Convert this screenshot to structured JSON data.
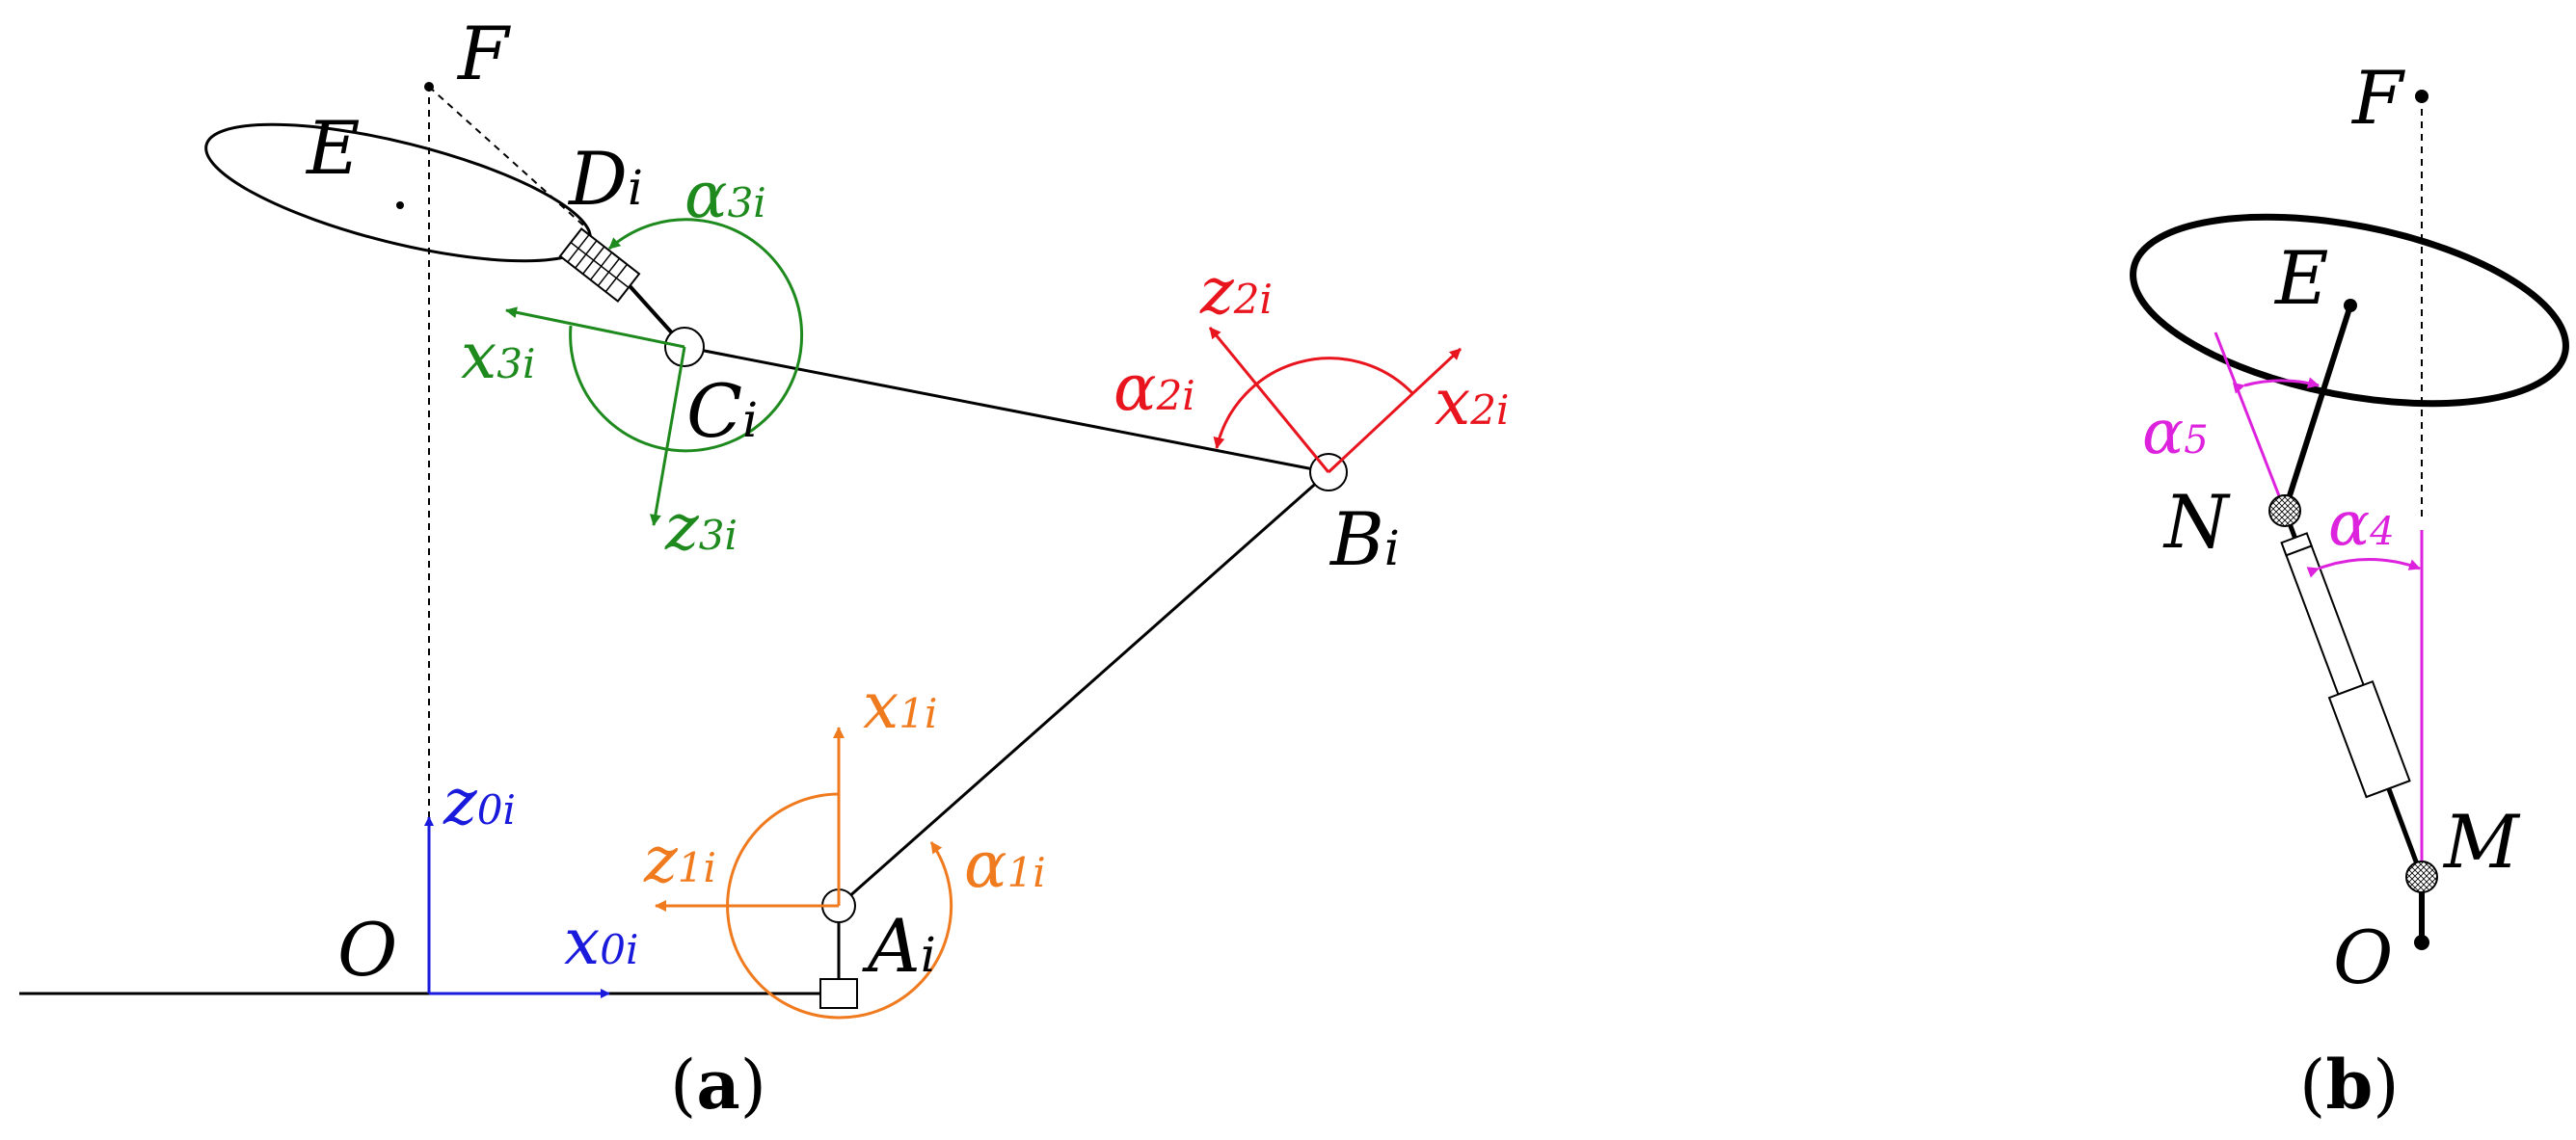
{
  "colors": {
    "link": "#000000",
    "frame0": "#1a1adc",
    "frame1": "#f07a1e",
    "frame2": "#e8141e",
    "frame3": "#1e8a1e",
    "angle_b": "#dd22dd"
  },
  "panel_a": {
    "caption": {
      "open": "(",
      "letter": "a",
      "close": ")"
    },
    "points": {
      "O": "O",
      "A": {
        "main": "A",
        "sub": "i"
      },
      "B": {
        "main": "B",
        "sub": "i"
      },
      "C": {
        "main": "C",
        "sub": "i"
      },
      "D": {
        "main": "D",
        "sub": "i"
      },
      "E": "E",
      "F": "F"
    },
    "axes": {
      "x0": {
        "main": "x",
        "sub": "0i"
      },
      "z0": {
        "main": "z",
        "sub": "0i"
      },
      "x1": {
        "main": "x",
        "sub": "1i"
      },
      "z1": {
        "main": "z",
        "sub": "1i"
      },
      "x2": {
        "main": "x",
        "sub": "2i"
      },
      "z2": {
        "main": "z",
        "sub": "2i"
      },
      "x3": {
        "main": "x",
        "sub": "3i"
      },
      "z3": {
        "main": "z",
        "sub": "3i"
      }
    },
    "angles": {
      "a1": {
        "main": "α",
        "sub": "1i"
      },
      "a2": {
        "main": "α",
        "sub": "2i"
      },
      "a3": {
        "main": "α",
        "sub": "3i"
      }
    }
  },
  "panel_b": {
    "caption": {
      "open": "(",
      "letter": "b",
      "close": ")"
    },
    "points": {
      "F": "F",
      "E": "E",
      "N": "N",
      "M": "M",
      "O": "O"
    },
    "angles": {
      "a4": {
        "main": "α",
        "sub": "4"
      },
      "a5": {
        "main": "α",
        "sub": "5"
      }
    }
  }
}
